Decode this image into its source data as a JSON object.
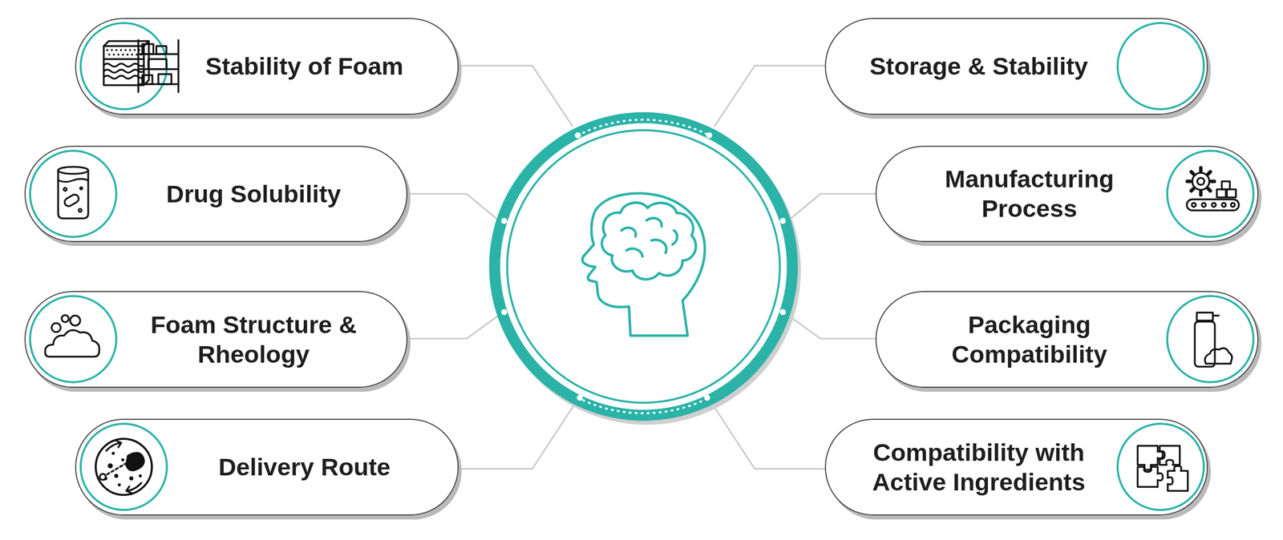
{
  "diagram": {
    "nodes": [
      {
        "text": [
          "Stability of Foam"
        ]
      },
      {
        "text": [
          "Storage & Stability"
        ]
      },
      {
        "text": [
          "Drug Solubility"
        ]
      },
      {
        "text": [
          "Manufacturing Process"
        ]
      },
      {
        "text": [
          "Foam Structure & Rheology"
        ]
      },
      {
        "text": [
          "Packaging Compatibility"
        ]
      },
      {
        "text": [
          "Delivery Route"
        ]
      },
      {
        "text": [
          "Compatibility with Active Ingredients"
        ]
      }
    ]
  }
}
